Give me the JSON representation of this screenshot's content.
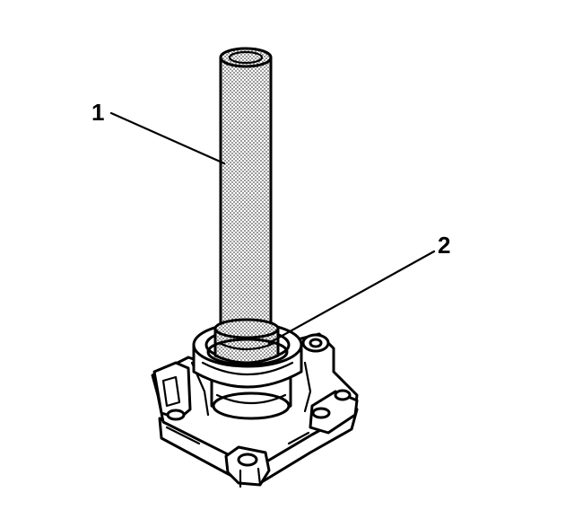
{
  "callouts": [
    {
      "id": "1",
      "label": "1"
    },
    {
      "id": "2",
      "label": "2"
    }
  ],
  "colors": {
    "line": "#000000",
    "background": "#ffffff",
    "stipple": "#6a6a6a"
  }
}
